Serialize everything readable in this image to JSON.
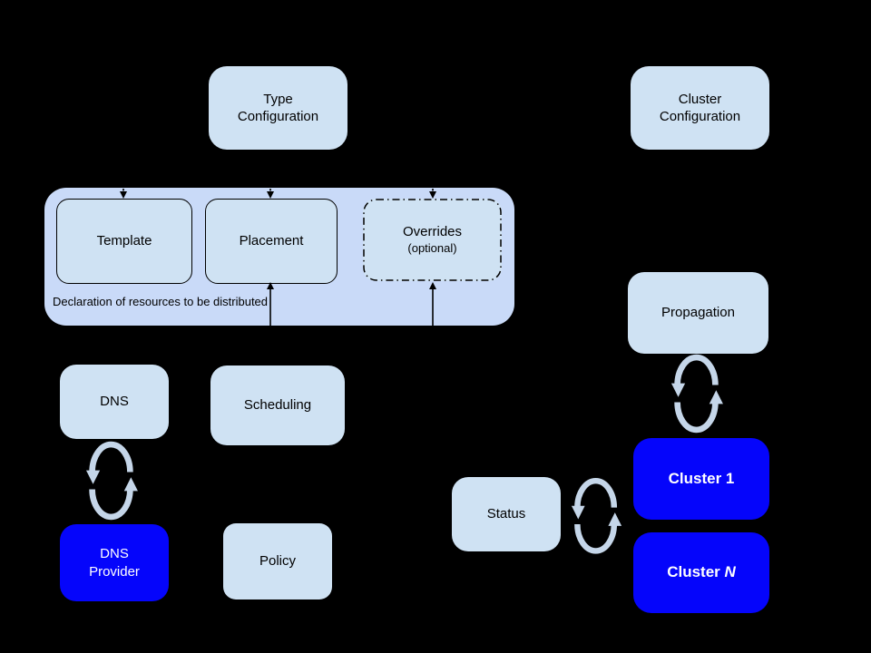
{
  "colors": {
    "background": "#000000",
    "light_box": "#cfe2f3",
    "container_box": "#c9daf8",
    "blue_box": "#0505fb",
    "arrow": "#000000",
    "sync_icon": "#c5d6e9",
    "text_dark": "#000000",
    "text_light": "#ffffff"
  },
  "nodes": {
    "type_config": {
      "line1": "Type",
      "line2": "Configuration"
    },
    "cluster_config": {
      "line1": "Cluster",
      "line2": "Configuration"
    },
    "template": {
      "label": "Template"
    },
    "placement": {
      "label": "Placement"
    },
    "overrides": {
      "line1": "Overrides",
      "line2": "(optional)"
    },
    "dns": {
      "label": "DNS"
    },
    "scheduling": {
      "label": "Scheduling"
    },
    "propagation": {
      "label": "Propagation"
    },
    "dns_provider": {
      "line1": "DNS",
      "line2": "Provider"
    },
    "policy": {
      "label": "Policy"
    },
    "status": {
      "label": "Status"
    },
    "cluster_1": {
      "label": "Cluster 1"
    },
    "cluster_n": {
      "prefix": "Cluster ",
      "n": "N"
    }
  },
  "container": {
    "caption": "Declaration of resources to be distributed"
  },
  "icons": {
    "sync": "circular-sync-arrows"
  }
}
